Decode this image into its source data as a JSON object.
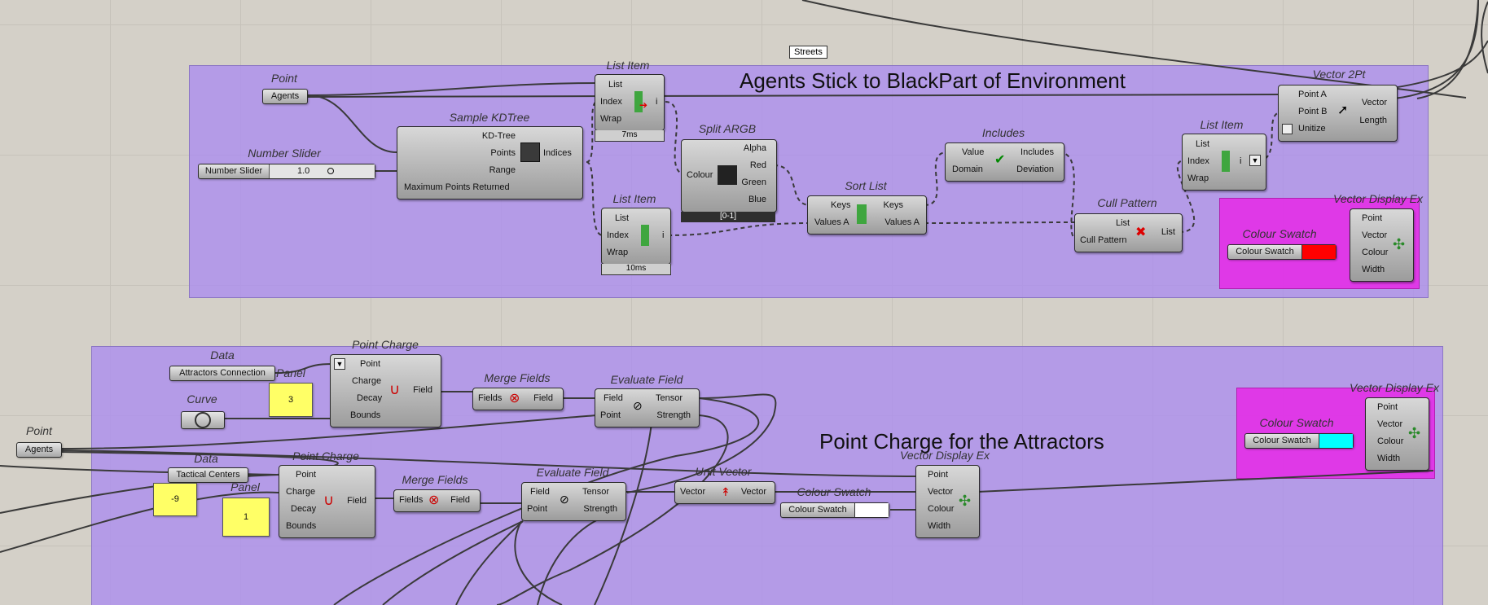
{
  "canvas": {
    "tooltip": "Streets",
    "group_top_title": "Agents Stick to BlackPart of Environment",
    "group_bottom_title": "Point Charge for the Attractors"
  },
  "top": {
    "point": {
      "label": "Point",
      "param": "Agents"
    },
    "slider": {
      "label": "Number Slider",
      "name": "Number Slider",
      "value": "1.0"
    },
    "kdtree": {
      "label": "Sample KDTree",
      "inputs": [
        "KD-Tree",
        "Points",
        "Range",
        "Maximum Points Returned"
      ],
      "output": "Indices"
    },
    "listitem1": {
      "label": "List Item",
      "inputs": [
        "List",
        "Index",
        "Wrap"
      ],
      "output": "i",
      "timer": "7ms"
    },
    "listitem2": {
      "label": "List Item",
      "inputs": [
        "List",
        "Index",
        "Wrap"
      ],
      "output": "i",
      "timer": "10ms"
    },
    "splitargb": {
      "label": "Split ARGB",
      "input": "Colour",
      "outputs": [
        "Alpha",
        "Red",
        "Green",
        "Blue"
      ],
      "tag": "[0-1]"
    },
    "sortlist": {
      "label": "Sort List",
      "inputs": [
        "Keys",
        "Values A"
      ],
      "outputs": [
        "Keys",
        "Values A"
      ]
    },
    "includes": {
      "label": "Includes",
      "inputs": [
        "Value",
        "Domain"
      ],
      "outputs": [
        "Includes",
        "Deviation"
      ]
    },
    "cullpattern": {
      "label": "Cull Pattern",
      "inputs": [
        "List",
        "Cull Pattern"
      ],
      "output": "List"
    },
    "listitem3": {
      "label": "List Item",
      "inputs": [
        "List",
        "Index",
        "Wrap"
      ],
      "output": "i"
    },
    "vector2pt": {
      "label": "Vector 2Pt",
      "inputs": [
        "Point A",
        "Point B",
        "Unitize"
      ],
      "outputs": [
        "Vector",
        "Length"
      ]
    },
    "vdisplay": {
      "label": "Vector Display Ex",
      "inputs": [
        "Point",
        "Vector",
        "Colour",
        "Width"
      ]
    },
    "swatch": {
      "label": "Colour Swatch",
      "name": "Colour Swatch",
      "color": "#ff0000"
    }
  },
  "bottom": {
    "data1": {
      "label": "Data",
      "param": "Attractors Connection"
    },
    "curve": {
      "label": "Curve"
    },
    "panel1": {
      "label": "Panel",
      "value": "3"
    },
    "pcharge1": {
      "label": "Point Charge",
      "inputs": [
        "Point",
        "Charge",
        "Decay",
        "Bounds"
      ],
      "output": "Field"
    },
    "merge1": {
      "label": "Merge Fields",
      "input": "Fields",
      "output": "Field"
    },
    "eval1": {
      "label": "Evaluate Field",
      "inputs": [
        "Field",
        "Point"
      ],
      "outputs": [
        "Tensor",
        "Strength"
      ]
    },
    "point": {
      "label": "Point",
      "param": "Agents"
    },
    "data2": {
      "label": "Data",
      "param": "Tactical Centers"
    },
    "panel2": {
      "label": "Panel",
      "value": "1"
    },
    "panel3": {
      "value": "-9"
    },
    "pcharge2": {
      "label": "Point Charge",
      "inputs": [
        "Point",
        "Charge",
        "Decay",
        "Bounds"
      ],
      "output": "Field"
    },
    "merge2": {
      "label": "Merge Fields",
      "input": "Fields",
      "output": "Field"
    },
    "eval2": {
      "label": "Evaluate Field",
      "inputs": [
        "Field",
        "Point"
      ],
      "outputs": [
        "Tensor",
        "Strength"
      ]
    },
    "unitvector": {
      "label": "Unit Vector",
      "input": "Vector",
      "output": "Vector"
    },
    "swatch_white": {
      "label": "Colour Swatch",
      "name": "Colour Swatch",
      "color": "#ffffff"
    },
    "vdisplay1": {
      "label": "Vector Display Ex",
      "inputs": [
        "Point",
        "Vector",
        "Colour",
        "Width"
      ]
    },
    "vdisplay2": {
      "label": "Vector Display Ex",
      "inputs": [
        "Point",
        "Vector",
        "Colour",
        "Width"
      ]
    },
    "swatch_cyan": {
      "label": "Colour Swatch",
      "name": "Colour Swatch",
      "color": "#00ffff"
    }
  }
}
